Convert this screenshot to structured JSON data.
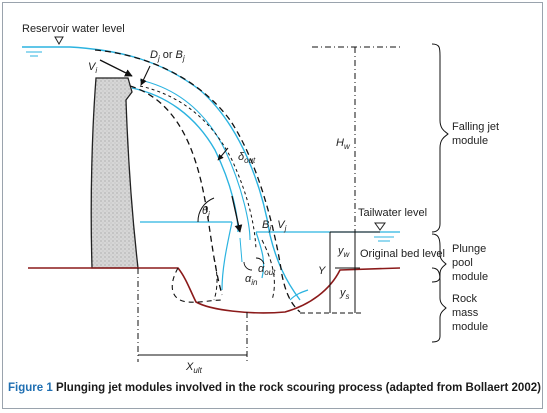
{
  "labels": {
    "reservoir_water_level": "Reservoir water level",
    "dj_or_bj": "or",
    "vi": "V",
    "vi_sub": "i",
    "delta_out": "δ",
    "delta_out_sub": "out",
    "theta_j": "θ",
    "theta_j_sub": "j",
    "hw": "H",
    "hw_sub": "w",
    "tailwater_level": "Tailwater level",
    "bj_vj": "B",
    "bj_sub": "j",
    "vj": "V",
    "vj_sub": "j",
    "original_bed_level": "Original bed level",
    "yw": "y",
    "yw_sub": "w",
    "Y": "Y",
    "ys": "y",
    "ys_sub": "s",
    "alpha_in": "α",
    "alpha_in_sub": "in",
    "alpha_out": "α",
    "alpha_out_sub": "out",
    "xult": "X",
    "xult_sub": "ult",
    "dj": "D",
    "dj_sub": "j",
    "bj2": "B",
    "bj2_sub": "j"
  },
  "modules": {
    "falling_jet_line1": "Falling jet",
    "falling_jet_line2": "module",
    "plunge_pool_line1": "Plunge",
    "plunge_pool_line2": "pool",
    "plunge_pool_line3": "module",
    "rock_mass_line1": "Rock",
    "rock_mass_line2": "mass",
    "rock_mass_line3": "module"
  },
  "caption": {
    "figure": "Figure 1",
    "text": "Plunging jet modules involved in the rock scouring process (adapted from Bollaert 2002)"
  },
  "colors": {
    "water": "#2bb3e0",
    "bed": "#8b1a1a",
    "dam_fill": "#d9d9d9",
    "accent": "#1f6fb2"
  }
}
